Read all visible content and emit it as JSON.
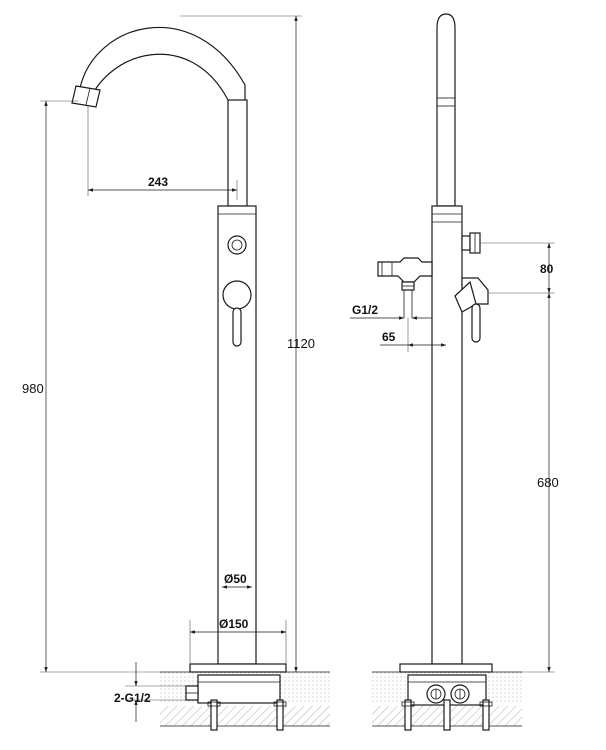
{
  "dimensions": {
    "spout_reach": "243",
    "spout_height": "980",
    "total_height": "1120",
    "pipe_diameter": "Ø50",
    "base_diameter": "Ø150",
    "inlet_thread": "2-G1/2",
    "outlet_thread": "G1/2",
    "outlet_offset": "65",
    "valve_spacing": "80",
    "lower_valve_height": "680"
  },
  "colors": {
    "line": "#1a1a1a",
    "hatch": "#9a9a9a",
    "ground": "#f2f2f2"
  }
}
